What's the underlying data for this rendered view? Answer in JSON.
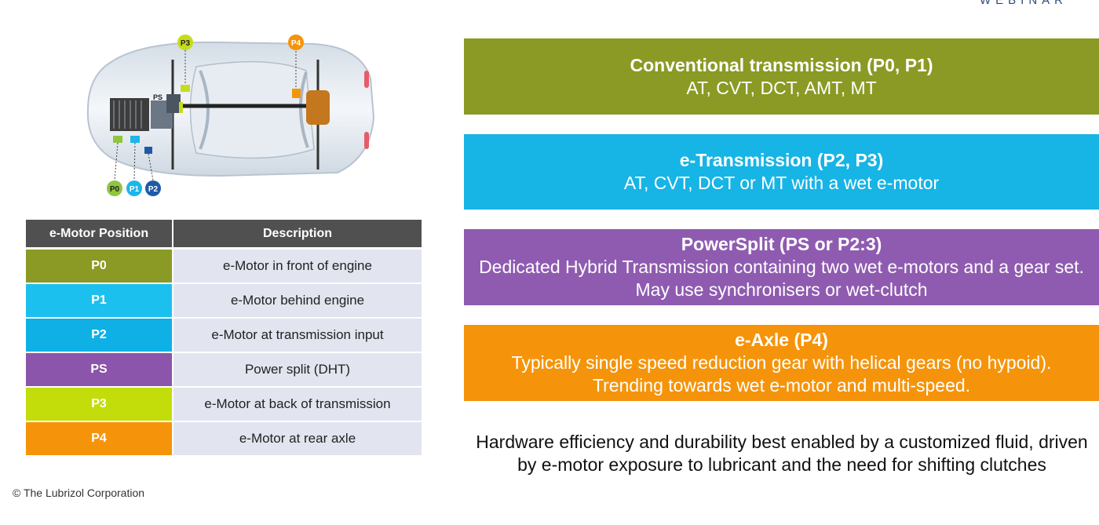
{
  "header": {
    "brand_tag": "WEBINAR"
  },
  "diagram": {
    "labels": {
      "p0": "P0",
      "p1": "P1",
      "p2": "P2",
      "p3": "P3",
      "p4": "P4",
      "ps": "PS"
    },
    "colors": {
      "p0": "#8ec63f",
      "p1": "#1cb6e8",
      "p2": "#1f5aa6",
      "p3": "#c7dc1a",
      "p4": "#f5940a"
    }
  },
  "table": {
    "headers": {
      "position": "e-Motor Position",
      "description": "Description"
    },
    "rows": [
      {
        "position": "P0",
        "description": "e-Motor in front of engine",
        "color": "#8a9a24"
      },
      {
        "position": "P1",
        "description": "e-Motor behind engine",
        "color": "#1cc0ee"
      },
      {
        "position": "P2",
        "description": "e-Motor at transmission input",
        "color": "#0fb0e6"
      },
      {
        "position": "PS",
        "description": "Power split (DHT)",
        "color": "#8a55aa"
      },
      {
        "position": "P3",
        "description": "e-Motor at back of transmission",
        "color": "#c3dd0a"
      },
      {
        "position": "P4",
        "description": "e-Motor at rear axle",
        "color": "#f5940a"
      }
    ]
  },
  "footer": {
    "copyright": "© The Lubrizol Corporation"
  },
  "boxes": {
    "conventional": {
      "title": "Conventional transmission (P0, P1)",
      "text": "AT, CVT, DCT, AMT, MT",
      "color": "#8a9a24"
    },
    "etransmission": {
      "title": "e-Transmission (P2, P3)",
      "text": "AT, CVT, DCT or MT with a wet e-motor",
      "color": "#17b4e6"
    },
    "powersplit": {
      "title": "PowerSplit (PS or P2:3)",
      "text": "Dedicated Hybrid Transmission containing two wet e-motors and a gear set.  May use synchronisers or wet-clutch",
      "color": "#8f5bb0"
    },
    "eaxle": {
      "title": "e-Axle (P4)",
      "text": "Typically single speed reduction gear with helical gears (no hypoid). Trending towards wet e-motor and multi-speed.",
      "color": "#f5940a"
    }
  },
  "summary": {
    "text": "Hardware efficiency and durability best enabled by a customized fluid, driven by e-motor exposure to lubricant and the need for shifting clutches"
  }
}
